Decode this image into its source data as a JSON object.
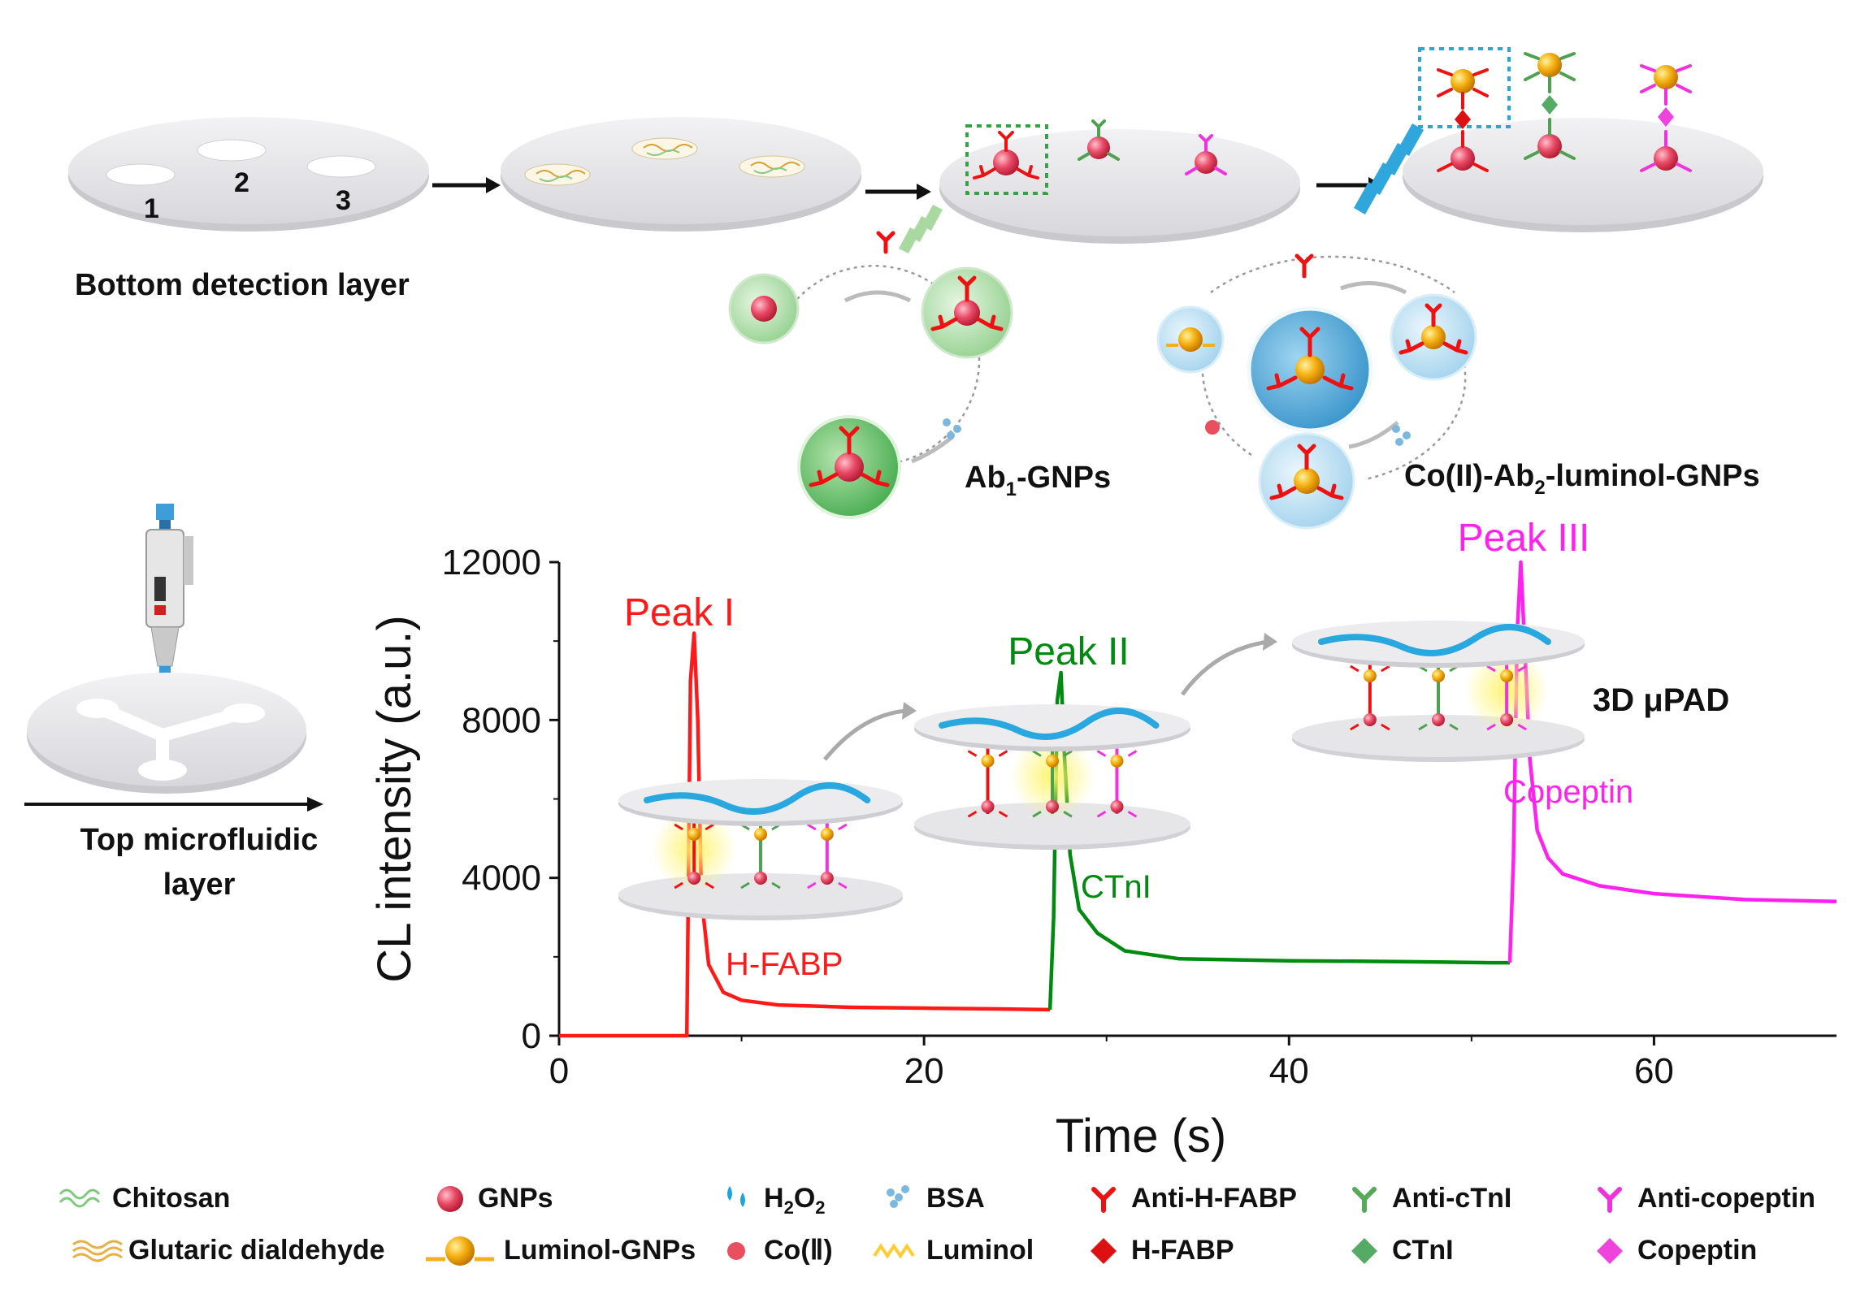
{
  "top": {
    "well_labels": [
      "1",
      "2",
      "3"
    ],
    "bottom_layer_label": "Bottom detection layer",
    "ab1_label_main": "Ab",
    "ab1_label_sub": "1",
    "ab1_label_tail": "-GNPs",
    "ab2_label_head": "Co(II)-Ab",
    "ab2_label_sub": "2",
    "ab2_label_tail": "-luminol-GNPs"
  },
  "left": {
    "top_layer_line1": "Top microfluidic",
    "top_layer_line2": "layer"
  },
  "chart_data": {
    "type": "line",
    "xlabel": "Time (s)",
    "ylabel": "CL intensity (a.u.)",
    "xlim": [
      0,
      70
    ],
    "ylim": [
      0,
      12000
    ],
    "xticks": [
      "0",
      "20",
      "40",
      "60"
    ],
    "yticks": [
      "0",
      "4000",
      "8000",
      "12000"
    ],
    "inset_label": "3D μPAD",
    "series": [
      {
        "name": "H-FABP",
        "peak_label": "Peak I",
        "color": "#ff1a1a",
        "points": [
          [
            0,
            0
          ],
          [
            7,
            0
          ],
          [
            7.2,
            9000
          ],
          [
            7.4,
            10200
          ],
          [
            7.6,
            8000
          ],
          [
            7.8,
            3500
          ],
          [
            8.2,
            1800
          ],
          [
            9,
            1100
          ],
          [
            10,
            900
          ],
          [
            12,
            780
          ],
          [
            16,
            720
          ],
          [
            20,
            700
          ],
          [
            24,
            680
          ],
          [
            26.9,
            660
          ]
        ]
      },
      {
        "name": "CTnI",
        "peak_label": "Peak II",
        "color": "#008a10",
        "points": [
          [
            26.9,
            660
          ],
          [
            27.1,
            3000
          ],
          [
            27.3,
            8500
          ],
          [
            27.5,
            9200
          ],
          [
            27.7,
            7000
          ],
          [
            28,
            4600
          ],
          [
            28.5,
            3200
          ],
          [
            29.5,
            2600
          ],
          [
            31,
            2150
          ],
          [
            34,
            1950
          ],
          [
            40,
            1900
          ],
          [
            46,
            1880
          ],
          [
            51,
            1850
          ],
          [
            52.1,
            1850
          ]
        ]
      },
      {
        "name": "Copeptin",
        "peak_label": "Peak III",
        "color": "#ff22ee",
        "points": [
          [
            52.1,
            1850
          ],
          [
            52.3,
            4500
          ],
          [
            52.5,
            10200
          ],
          [
            52.7,
            12000
          ],
          [
            52.9,
            10000
          ],
          [
            53.2,
            7000
          ],
          [
            53.6,
            5200
          ],
          [
            54.2,
            4500
          ],
          [
            55,
            4100
          ],
          [
            57,
            3800
          ],
          [
            60,
            3600
          ],
          [
            65,
            3450
          ],
          [
            70,
            3400
          ]
        ]
      }
    ]
  },
  "legend": [
    {
      "label": "Chitosan",
      "icon": "chitosan-icon",
      "color": "#7fc97f"
    },
    {
      "label": "GNPs",
      "icon": "gnp-icon",
      "color": "#e0405a"
    },
    {
      "label_main": "H",
      "label_sub": "2",
      "label_mid": "O",
      "label_sub2": "2",
      "icon": "h2o2-icon",
      "color": "#19a6e0"
    },
    {
      "label": "BSA",
      "icon": "bsa-icon",
      "color": "#7ab8e0"
    },
    {
      "label": "Anti-H-FABP",
      "icon": "anti-hfabp-icon",
      "color": "#ee1111"
    },
    {
      "label": "Anti-cTnI",
      "icon": "anti-ctni-icon",
      "color": "#55aa55"
    },
    {
      "label": "Anti-copeptin",
      "icon": "anti-copeptin-icon",
      "color": "#ee33dd"
    },
    {
      "label": "Glutaric dialdehyde",
      "icon": "glutaric-dialdehyde-icon",
      "color": "#e8b040"
    },
    {
      "label": "Luminol-GNPs",
      "icon": "luminol-gnp-icon",
      "color": "#f0a010"
    },
    {
      "label": "Co(Ⅱ)",
      "icon": "cobalt-icon",
      "color": "#e85060"
    },
    {
      "label": "Luminol",
      "icon": "luminol-icon",
      "color": "#ffcc33"
    },
    {
      "label": "H-FABP",
      "icon": "hfabp-icon",
      "color": "#dd1111"
    },
    {
      "label": "CTnI",
      "icon": "ctni-icon",
      "color": "#55aa66"
    },
    {
      "label": "Copeptin",
      "icon": "copeptin-icon",
      "color": "#ee44dd"
    }
  ]
}
